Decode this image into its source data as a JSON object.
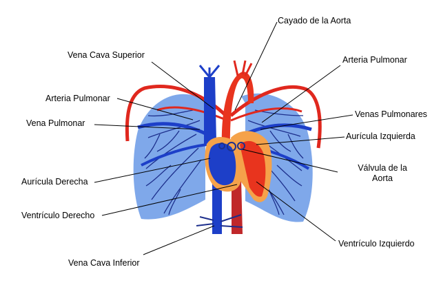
{
  "colors": {
    "lung_light": "#7fa8ea",
    "lung_vessel": "#1d2f8c",
    "vein_blue": "#1d3fc8",
    "artery_red": "#e0281e",
    "heart_orange": "#f5a24a",
    "heart_red": "#e8341e",
    "leader_line": "#000000",
    "background": "#ffffff"
  },
  "labels": {
    "cayado_aorta": "Cayado de la Aorta",
    "vena_cava_superior": "Vena Cava Superior",
    "arteria_pulmonar_left": "Arteria Pulmonar",
    "arteria_pulmonar_right": "Arteria Pulmonar",
    "vena_pulmonar": "Vena Pulmonar",
    "venas_pulmonares": "Venas Pulmonares",
    "auricula_izquierda": "Aurícula Izquierda",
    "valvula_aorta_line1": "Válvula de la",
    "valvula_aorta_line2": "Aorta",
    "auricula_derecha": "Aurícula Derecha",
    "ventriculo_derecho": "Ventrículo Derecho",
    "ventriculo_izquierdo": "Ventrículo Izquierdo",
    "vena_cava_inferior": "Vena Cava Inferior"
  }
}
